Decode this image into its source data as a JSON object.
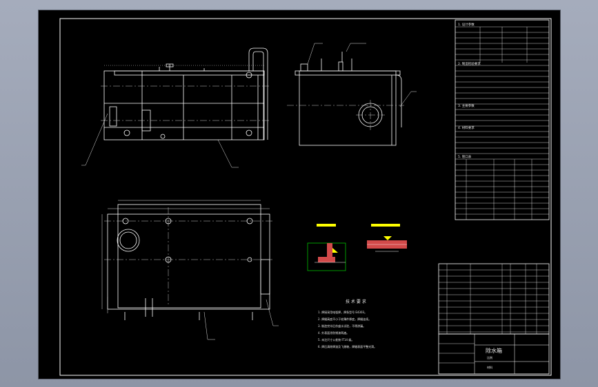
{
  "title_block": {
    "drawing_title": "除水箱",
    "scale_label": "比例",
    "material_label": "材料",
    "note_heading": "技术要求"
  },
  "design_table": {
    "section_1": "1. 设计参数",
    "section_2": "2. 制造检验要求",
    "section_3": "3. 主要参数",
    "section_4": "4. 材料要求",
    "section_5": "5. 管口表"
  },
  "tech_notes": {
    "heading": "技 术 要 求",
    "lines": [
      "1. 焊接采用电弧焊，焊条型号 E4303。",
      "2. 焊缝高度不小于较薄件厚度，焊缝连续。",
      "3. 制造完毕后作盛水试验，不得渗漏。",
      "4. 外表面涂防锈漆两遍。",
      "5. 未注尺寸公差按 IT14 级。",
      "6. 焊后清除焊渣及飞溅物，焊缝表面平整光滑。"
    ]
  },
  "colors": {
    "sheet": "#000000",
    "outline": "#ffffff",
    "centerline": "#c8c8c8",
    "dimension": "#e0e0e0",
    "hatch": "#d24a4a",
    "highlight": "#ffff00",
    "accent": "#00c000"
  }
}
